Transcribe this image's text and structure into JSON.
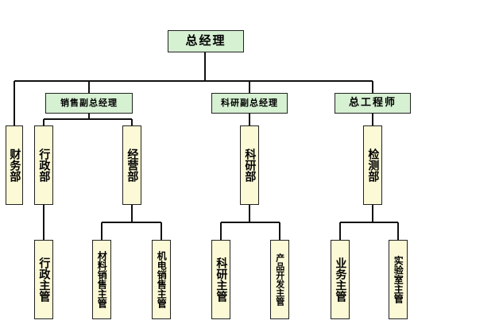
{
  "colors": {
    "green_box": "#d6f0d2",
    "cream_box": "#fbf9d6",
    "line": "#111111"
  },
  "org": {
    "root": "总经理",
    "finance": "财务部",
    "sales_vp": "销售副总经理",
    "research_vp": "科研副总经理",
    "chief_engineer": "总工程师",
    "admin_dept": "行政部",
    "business_dept": "经营部",
    "research_dept": "科研部",
    "inspection_dept": "检测部",
    "admin_manager": "行政主管",
    "materials_sales_manager": "材料销售主管",
    "electro_sales_manager": "机电销售主管",
    "research_manager": "科研主管",
    "product_dev_manager": "产品开发主管",
    "business_manager": "业务主管",
    "lab_manager": "实验室主管"
  }
}
